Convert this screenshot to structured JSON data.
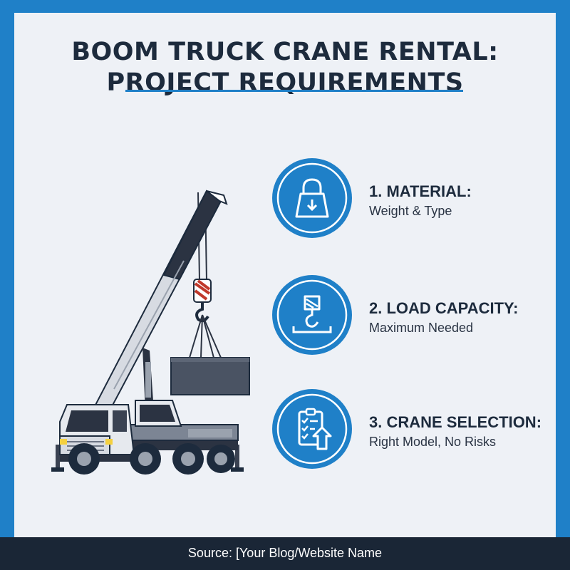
{
  "title": {
    "line1": "BOOM TRUCK CRANE RENTAL:",
    "line2": "PROJECT REQUIREMENTS"
  },
  "colors": {
    "accent": "#1f80c8",
    "text": "#1d2b3d",
    "background": "#eef1f6",
    "footer": "#1a2636"
  },
  "illustration": {
    "icon": "boom-truck-crane-icon"
  },
  "requirements": [
    {
      "icon": "padlock-weight-icon",
      "heading": "1. MATERIAL:",
      "description": "Weight & Type"
    },
    {
      "icon": "crane-hook-icon",
      "heading": "2. LOAD CAPACITY:",
      "description": "Maximum Needed"
    },
    {
      "icon": "clipboard-checklist-icon",
      "heading": "3. CRANE SELECTION:",
      "description": "Right Model, No Risks"
    }
  ],
  "footer": {
    "text": "Source: [Your Blog/Website Name"
  }
}
